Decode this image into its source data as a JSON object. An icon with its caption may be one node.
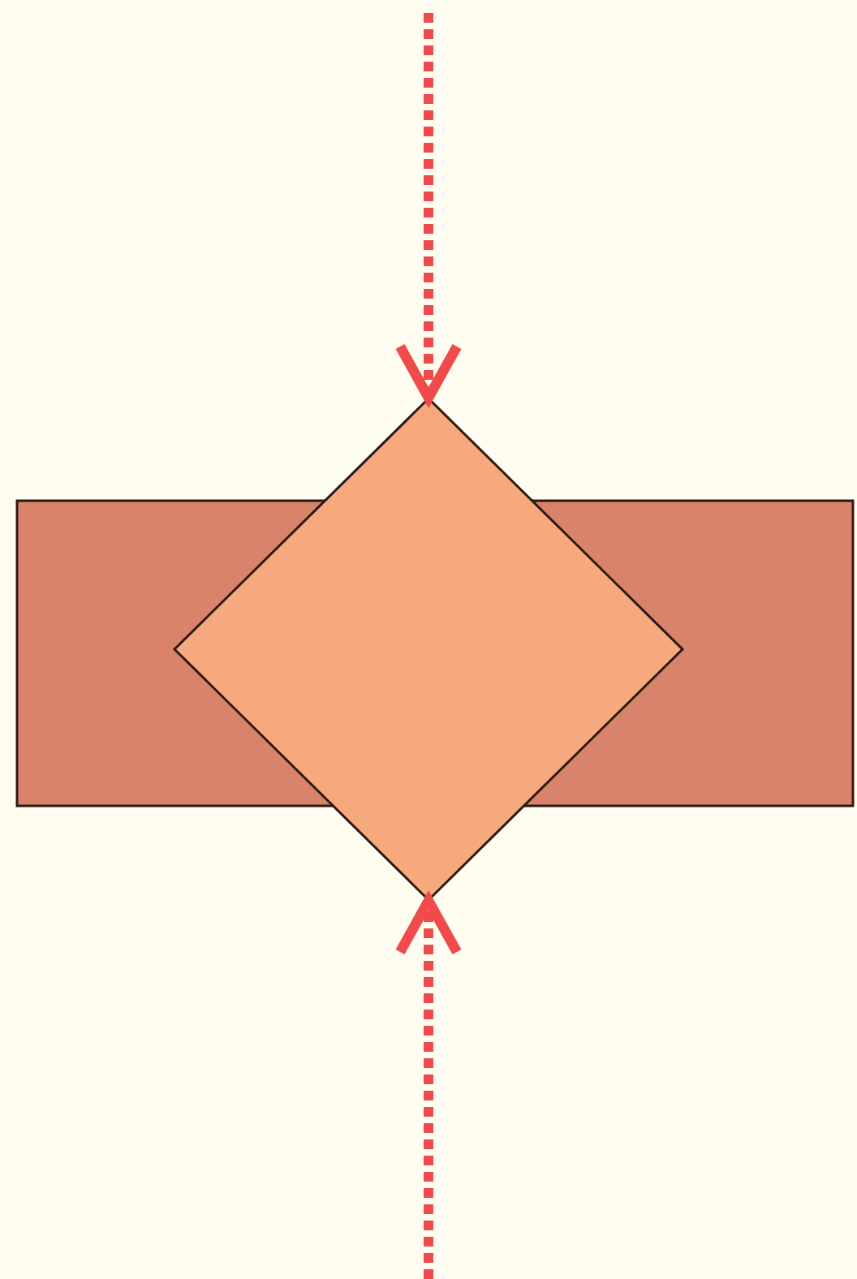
{
  "diagram": {
    "nodes": [
      {
        "text": [],
        "shape": "box"
      },
      {
        "text": [],
        "shape": "diamond"
      }
    ],
    "edges": [
      {
        "from": null,
        "to": 1,
        "arrow": "to",
        "style": "dashed",
        "color": "#f04a4a"
      },
      {
        "from": null,
        "to": 1,
        "arrow": "to",
        "style": "dashed",
        "color": "#f04a4a"
      }
    ]
  }
}
